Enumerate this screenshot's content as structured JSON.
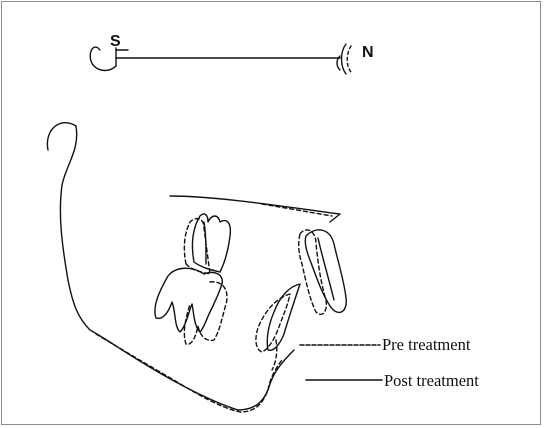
{
  "landmarks": {
    "sella": "S",
    "nasion": "N"
  },
  "legend": {
    "pre_label": "Pre treatment",
    "post_label": "Post treatment"
  },
  "colors": {
    "ink": "#111111",
    "frame": "#8c8c8c",
    "background": "#ffffff"
  }
}
